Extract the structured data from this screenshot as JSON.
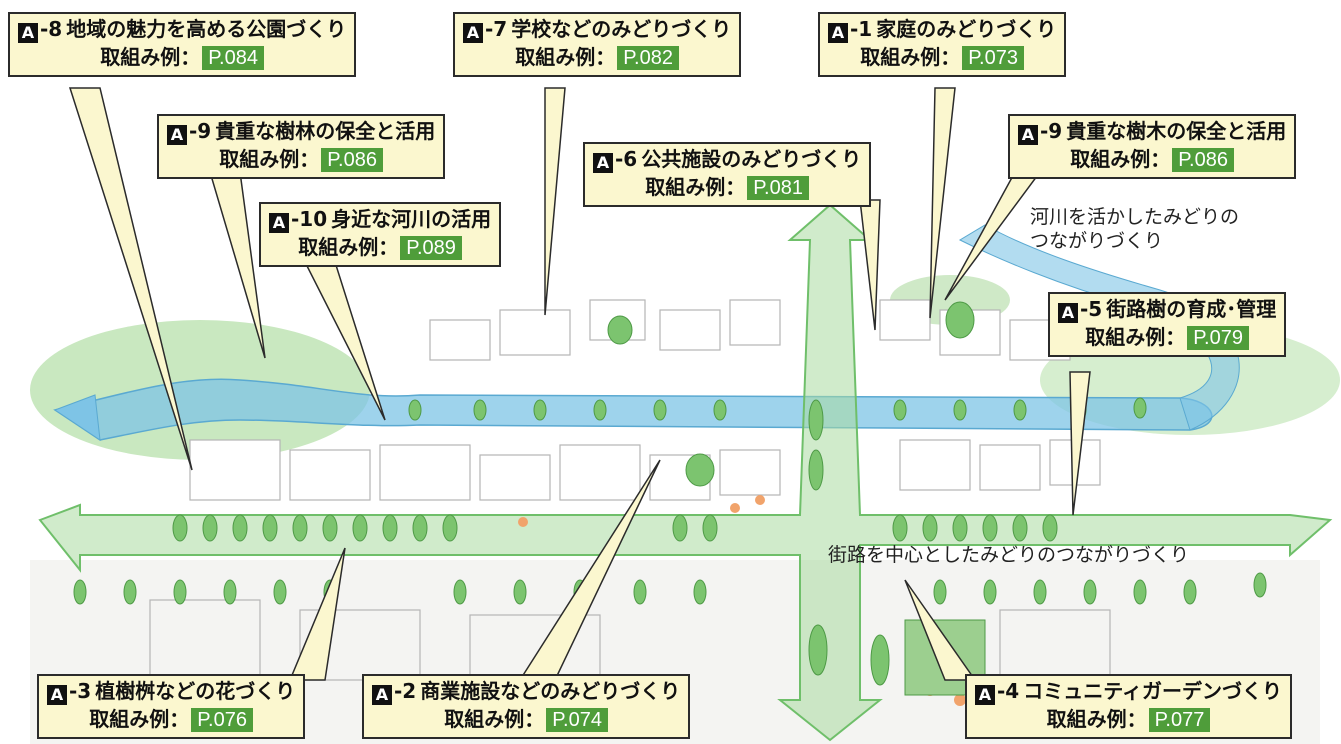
{
  "callouts": [
    {
      "id": "a8",
      "badge": "A",
      "code": "-8",
      "name": "地域の魅力を高める公園づくり",
      "label": "取組み例：",
      "page": "P.084"
    },
    {
      "id": "a7",
      "badge": "A",
      "code": "-7",
      "name": "学校などのみどりづくり",
      "label": "取組み例：",
      "page": "P.082"
    },
    {
      "id": "a1",
      "badge": "A",
      "code": "-1",
      "name": "家庭のみどりづくり",
      "label": "取組み例：",
      "page": "P.073"
    },
    {
      "id": "a9a",
      "badge": "A",
      "code": "-9",
      "name": "貴重な樹林の保全と活用",
      "label": "取組み例：",
      "page": "P.086"
    },
    {
      "id": "a6",
      "badge": "A",
      "code": "-6",
      "name": "公共施設のみどりづくり",
      "label": "取組み例：",
      "page": "P.081"
    },
    {
      "id": "a9b",
      "badge": "A",
      "code": "-9",
      "name": "貴重な樹木の保全と活用",
      "label": "取組み例：",
      "page": "P.086"
    },
    {
      "id": "a10",
      "badge": "A",
      "code": "-10",
      "name": "身近な河川の活用",
      "label": "取組み例：",
      "page": "P.089"
    },
    {
      "id": "a5",
      "badge": "A",
      "code": "-5",
      "name": "街路樹の育成･管理",
      "label": "取組み例：",
      "page": "P.079"
    },
    {
      "id": "a3",
      "badge": "A",
      "code": "-3",
      "name": "植樹桝などの花づくり",
      "label": "取組み例：",
      "page": "P.076"
    },
    {
      "id": "a2",
      "badge": "A",
      "code": "-2",
      "name": "商業施設などのみどりづくり",
      "label": "取組み例：",
      "page": "P.074"
    },
    {
      "id": "a4",
      "badge": "A",
      "code": "-4",
      "name": "コミュニティガーデンづくり",
      "label": "取組み例：",
      "page": "P.077"
    }
  ],
  "notes": {
    "river_line1": "河川を活かしたみどりの",
    "river_line2": "つながりづくり",
    "street": "街路を中心としたみどりのつながりづくり"
  },
  "colors": {
    "callout_bg": "#fbf7cf",
    "page_badge": "#4f9d3a",
    "river": "#7ec4e6",
    "green": "#6fbf6a"
  }
}
